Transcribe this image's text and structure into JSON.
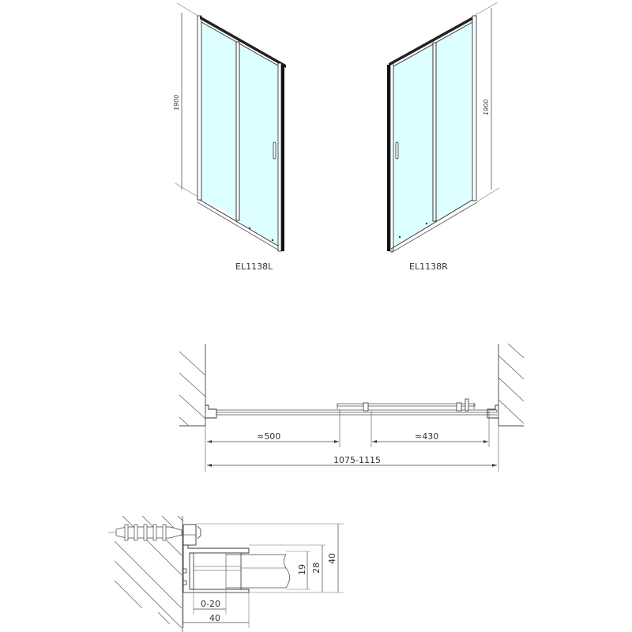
{
  "colors": {
    "glass": "#ddffff",
    "line": "#2a2a2a",
    "thin": "#666666",
    "frame_dark": "#111111"
  },
  "views": {
    "left_door": {
      "model_label": "EL1138L",
      "height_dim": "1900"
    },
    "right_door": {
      "model_label": "EL1138R",
      "height_dim": "1900"
    },
    "plan_view": {
      "fixed_panel_dim": "≈500",
      "sliding_panel_dim": "≈430",
      "total_width_dim": "1075-1115"
    },
    "profile_detail": {
      "adjust_range_dim": "0-20",
      "profile_width_dim": "40",
      "glass_dim": "19",
      "inner_profile_dim": "28",
      "outer_profile_dim": "40"
    }
  }
}
